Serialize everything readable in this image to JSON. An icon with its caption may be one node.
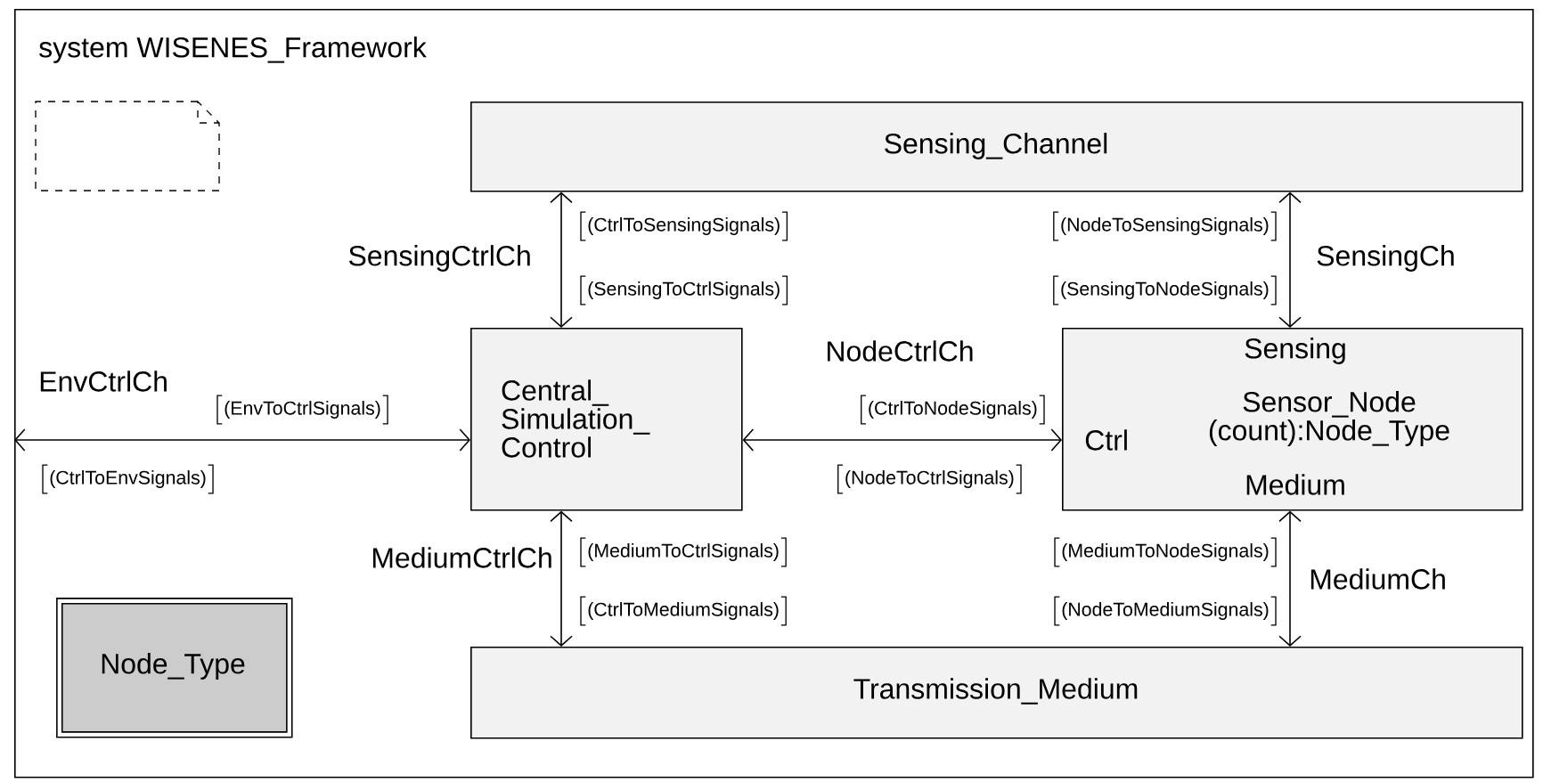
{
  "diagram": {
    "nodes": [
      {
        "text": [
          "system WISENES_Framework"
        ]
      },
      {
        "text": [],
        "shape": "box",
        "in": 0
      },
      {
        "text": [
          "Sensing_Channel"
        ],
        "in": 0
      },
      {
        "text": [
          "Central_ Simulation_ Control"
        ],
        "in": 0
      },
      {
        "text": [
          "Sensing",
          "Ctrl",
          "Sensor_Node (count):Node_Type",
          "Medium"
        ],
        "in": 0
      },
      {
        "text": [
          "Transmission_Medium"
        ],
        "in": 0
      },
      {
        "text": [
          "Node_Type"
        ],
        "in": 0
      }
    ],
    "edges": [
      {
        "from": 3,
        "to": 2,
        "arrow": "both",
        "label": "SensingCtrlCh"
      },
      {
        "from": 4,
        "to": 2,
        "arrow": "both",
        "label": "SensingCh"
      },
      {
        "from": null,
        "to": 3,
        "arrow": "both",
        "label": "EnvCtrlCh"
      },
      {
        "from": 3,
        "to": 4,
        "arrow": "both",
        "label": "NodeCtrlCh"
      },
      {
        "from": 3,
        "to": 5,
        "arrow": "both",
        "label": "MediumCtrlCh"
      },
      {
        "from": 4,
        "to": 5,
        "arrow": "both",
        "label": "MediumCh"
      }
    ],
    "labels": [
      "(CtrlToSensingSignals)",
      "(NodeToSensingSignals)",
      "(SensingToCtrlSignals)",
      "(SensingToNodeSignals)",
      "(EnvToCtrlSignals)",
      "(CtrlToNodeSignals)",
      "(CtrlToEnvSignals)",
      "(NodeToCtrlSignals)",
      "(MediumToCtrlSignals)",
      "(MediumToNodeSignals)",
      "(CtrlToMediumSignals)",
      "(NodeToMediumSignals)"
    ]
  }
}
